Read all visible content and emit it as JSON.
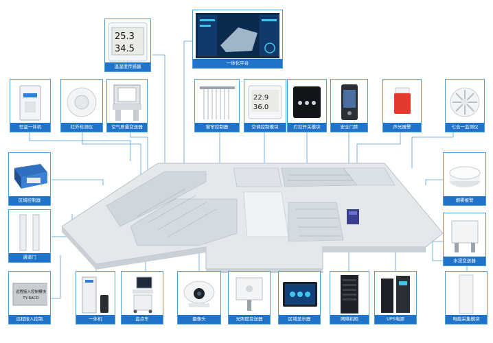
{
  "colors": {
    "accent": "#1f73c9",
    "line": "#4a9fe0"
  },
  "devices": {
    "th_sensor": {
      "label": "温湿度传感器",
      "reading_top": "25.3",
      "reading_bottom": "34.5"
    },
    "platform": {
      "label": "一体化平台"
    },
    "constant_temp": {
      "label": "恒温一体机"
    },
    "ir_detector": {
      "label": "红外检测仪"
    },
    "air_quality": {
      "label": "空气质量变送器"
    },
    "curtain": {
      "label": "窗帘控制器"
    },
    "ac_control": {
      "label": "空调控制模块",
      "reading_top": "22.9",
      "reading_bottom": "36.0"
    },
    "light_switch": {
      "label": "灯控开关模块"
    },
    "door_access": {
      "label": "安全门禁"
    },
    "alarm": {
      "label": "声光报警"
    },
    "multi_gas": {
      "label": "七合一监测仪"
    },
    "zone_control": {
      "label": "区域控制器"
    },
    "smoke": {
      "label": "烟雾报警"
    },
    "gate": {
      "label": "通道门"
    },
    "water": {
      "label": "水浸变送器"
    },
    "remote": {
      "label": "远程接入控制",
      "plate_line1": "远程接入控制模块",
      "plate_line2": "TY-RACD"
    },
    "all_in_one": {
      "label": "一体机"
    },
    "inspection": {
      "label": "盘点车"
    },
    "camera": {
      "label": "摄像头"
    },
    "light_sensor": {
      "label": "光照度变送器"
    },
    "zone_display": {
      "label": "区域显示器"
    },
    "cabinet": {
      "label": "网络机柜"
    },
    "ups": {
      "label": "UPS电源"
    },
    "power_collect": {
      "label": "电能采集模块"
    }
  }
}
